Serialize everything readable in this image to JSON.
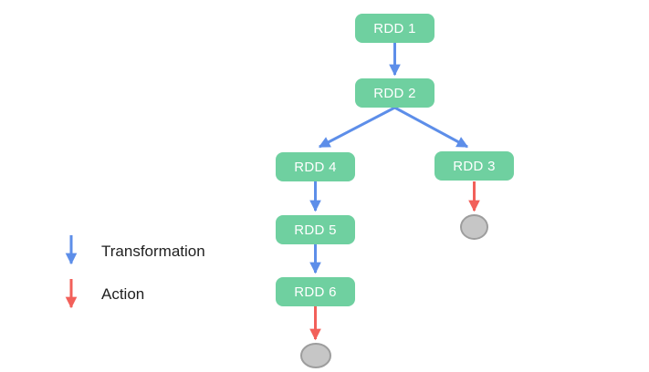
{
  "nodes": {
    "rdd1": {
      "label": "RDD 1"
    },
    "rdd2": {
      "label": "RDD 2"
    },
    "rdd3": {
      "label": "RDD 3"
    },
    "rdd4": {
      "label": "RDD 4"
    },
    "rdd5": {
      "label": "RDD 5"
    },
    "rdd6": {
      "label": "RDD 6"
    }
  },
  "edges": [
    {
      "from": "RDD 1",
      "to": "RDD 2",
      "type": "transformation"
    },
    {
      "from": "RDD 2",
      "to": "RDD 4",
      "type": "transformation"
    },
    {
      "from": "RDD 2",
      "to": "RDD 3",
      "type": "transformation"
    },
    {
      "from": "RDD 4",
      "to": "RDD 5",
      "type": "transformation"
    },
    {
      "from": "RDD 5",
      "to": "RDD 6",
      "type": "transformation"
    },
    {
      "from": "RDD 6",
      "to": "action-terminal",
      "type": "action"
    },
    {
      "from": "RDD 3",
      "to": "action-terminal",
      "type": "action"
    }
  ],
  "legend": {
    "items": [
      {
        "label": "Transformation",
        "type": "transformation"
      },
      {
        "label": "Action",
        "type": "action"
      }
    ]
  },
  "colors": {
    "node_fill": "#6fd0a0",
    "node_text": "#ffffff",
    "transformation": "#5d8ee9",
    "action": "#f2605a",
    "terminal_fill": "#c6c6c6",
    "terminal_stroke": "#9d9d9d",
    "legend_text": "#1f1f1f"
  }
}
